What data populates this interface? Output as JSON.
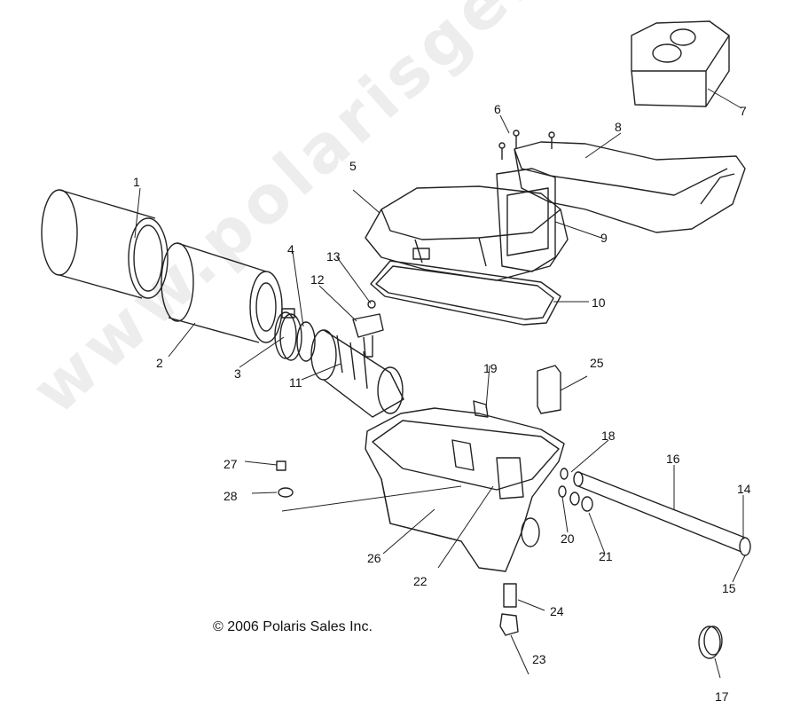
{
  "copyright": "© 2006 Polaris Sales Inc.",
  "watermark": "www.polarisgersatzteile.de",
  "callouts": [
    "1",
    "2",
    "3",
    "4",
    "5",
    "6",
    "7",
    "8",
    "9",
    "10",
    "11",
    "12",
    "13",
    "14",
    "15",
    "16",
    "17",
    "18",
    "19",
    "20",
    "21",
    "22",
    "23",
    "24",
    "25",
    "26",
    "27",
    "28"
  ]
}
